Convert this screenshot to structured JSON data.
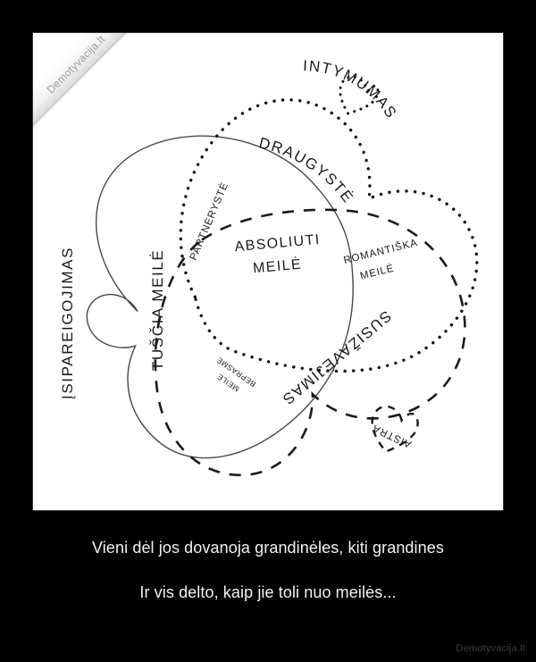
{
  "poster": {
    "background_color": "#000000",
    "panel_background": "#ffffff"
  },
  "watermark": {
    "corner_text": "Demotyvacija.lt",
    "footer_text": "Demotyvacija.lt"
  },
  "diagram": {
    "title_center": "ABSOLIUTI MEILĖ",
    "center_line_1": "ABSOLIUTI",
    "center_line_2": "MEILĖ",
    "components": [
      {
        "id": "commitment",
        "label": "ĮSIPAREIGOJIMAS",
        "stroke_style": "solid",
        "color": "#4a4a4a"
      },
      {
        "id": "intimacy",
        "label": "INTYMUMAS",
        "stroke_style": "dotted",
        "color": "#111111"
      },
      {
        "id": "passion",
        "label": "AISTRA",
        "stroke_style": "dashed",
        "color": "#1a1a1a"
      }
    ],
    "intersections": [
      {
        "id": "empty-love",
        "label": "TUŠČIA MEILĖ"
      },
      {
        "id": "companionate-love",
        "label": "DRAUGYSTĖ"
      },
      {
        "id": "partnership",
        "label": "PARTNERYSTĖ"
      },
      {
        "id": "romantic-love",
        "label_line_1": "ROMANTIŠKA",
        "label_line_2": "MEILĖ"
      },
      {
        "id": "fatuous-love",
        "label": "SUSIŽAVĖJIMAS"
      },
      {
        "id": "meaningless-love",
        "label_line_1": "BEPRASMĖ",
        "label_line_2": "MEILĖ"
      }
    ],
    "labels": {
      "intimacy": "INTYMUMAS",
      "friendship": "DRAUGYSTĖ",
      "commitment": "ĮSIPAREIGOJIMAS",
      "empty_love": "TUŠČIA MEILĖ",
      "partnership": "PARTNERYSTĖ",
      "romantic_love_1": "ROMANTIŠKA",
      "romantic_love_2": "MEILĖ",
      "infatuation": "SUSIŽAVĖJIMAS",
      "meaningless_love_1": "BEPRASMĖ",
      "meaningless_love_2": "MEILĖ",
      "passion": "AISTRA"
    }
  },
  "caption": {
    "line_1": "Vieni dėl jos dovanoja grandinėles, kiti grandines",
    "line_2": "Ir vis delto, kaip jie toli nuo meilės..."
  }
}
